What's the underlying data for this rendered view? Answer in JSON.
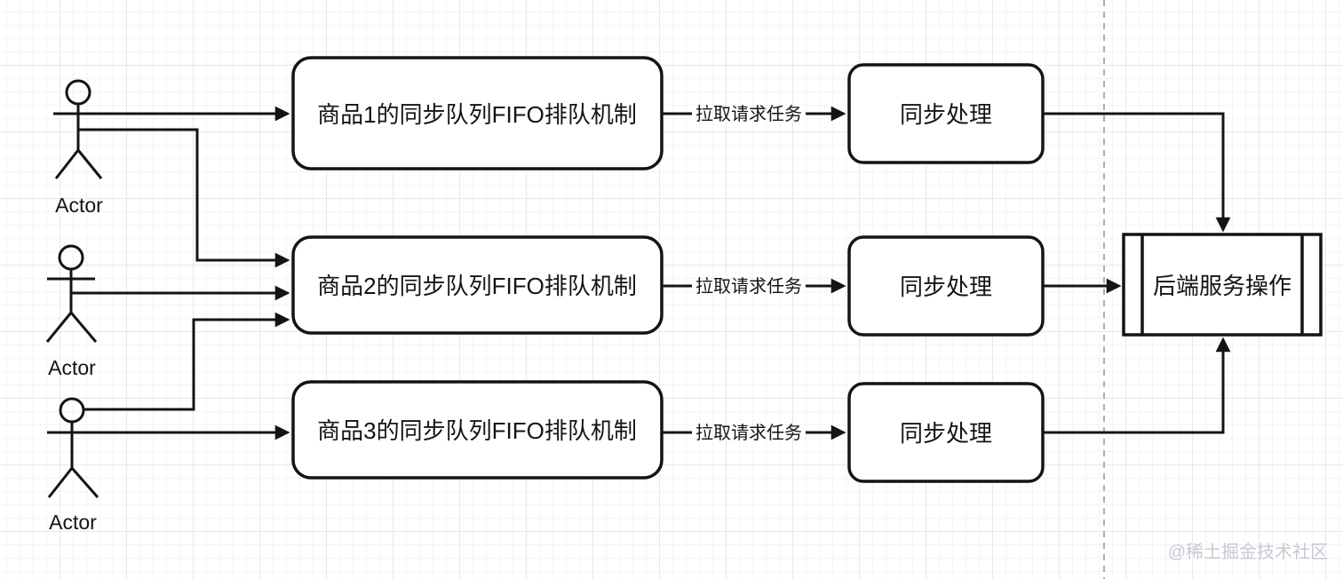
{
  "diagram": {
    "actors": [
      {
        "label": "Actor"
      },
      {
        "label": "Actor"
      },
      {
        "label": "Actor"
      }
    ],
    "queues": [
      {
        "label": "商品1的同步队列FIFO排队机制"
      },
      {
        "label": "商品2的同步队列FIFO排队机制"
      },
      {
        "label": "商品3的同步队列FIFO排队机制"
      }
    ],
    "edges": [
      {
        "label": "拉取请求任务"
      },
      {
        "label": "拉取请求任务"
      },
      {
        "label": "拉取请求任务"
      }
    ],
    "processors": [
      {
        "label": "同步处理"
      },
      {
        "label": "同步处理"
      },
      {
        "label": "同步处理"
      }
    ],
    "backend": {
      "label": "后端服务操作"
    },
    "colors": {
      "stroke": "#141414",
      "box_fill": "#ffffff",
      "dashed_guide": "#aeaeae",
      "grid_minor": "#f4f4f6",
      "grid_major": "#e8e8ea",
      "watermark": "#c5cad0"
    }
  },
  "watermark": {
    "text": "@稀土掘金技术社区"
  }
}
